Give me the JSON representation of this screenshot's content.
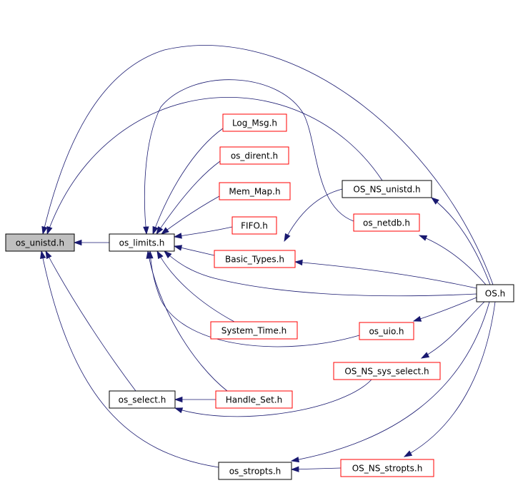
{
  "colors": {
    "edge": "#191970",
    "root_fill": "#bfbfbf",
    "root_border": "#000000",
    "documented_border": "#000000",
    "undocumented_border": "#ff0000",
    "node_fill": "#ffffff"
  },
  "nodes": {
    "os_unistd": {
      "label": "os_unistd.h",
      "kind": "root"
    },
    "os_limits": {
      "label": "os_limits.h",
      "kind": "documented"
    },
    "os_select": {
      "label": "os_select.h",
      "kind": "documented"
    },
    "os_stropts": {
      "label": "os_stropts.h",
      "kind": "documented"
    },
    "log_msg": {
      "label": "Log_Msg.h",
      "kind": "undocumented"
    },
    "os_dirent": {
      "label": "os_dirent.h",
      "kind": "undocumented"
    },
    "mem_map": {
      "label": "Mem_Map.h",
      "kind": "undocumented"
    },
    "fifo": {
      "label": "FIFO.h",
      "kind": "undocumented"
    },
    "basic_types": {
      "label": "Basic_Types.h",
      "kind": "undocumented"
    },
    "system_time": {
      "label": "System_Time.h",
      "kind": "undocumented"
    },
    "handle_set": {
      "label": "Handle_Set.h",
      "kind": "undocumented"
    },
    "os_ns_unistd": {
      "label": "OS_NS_unistd.h",
      "kind": "documented"
    },
    "os_netdb": {
      "label": "os_netdb.h",
      "kind": "undocumented"
    },
    "os_uio": {
      "label": "os_uio.h",
      "kind": "undocumented"
    },
    "os_ns_sys_select": {
      "label": "OS_NS_sys_select.h",
      "kind": "undocumented"
    },
    "os_ns_stropts": {
      "label": "OS_NS_stropts.h",
      "kind": "undocumented"
    },
    "os": {
      "label": "OS.h",
      "kind": "documented"
    }
  },
  "edges": [
    {
      "from": "os_limits",
      "to": "os_unistd"
    },
    {
      "from": "os_select",
      "to": "os_unistd"
    },
    {
      "from": "os_stropts",
      "to": "os_unistd"
    },
    {
      "from": "os_ns_unistd",
      "to": "os_unistd"
    },
    {
      "from": "os",
      "to": "os_unistd"
    },
    {
      "from": "log_msg",
      "to": "os_limits"
    },
    {
      "from": "os_dirent",
      "to": "os_limits"
    },
    {
      "from": "mem_map",
      "to": "os_limits"
    },
    {
      "from": "fifo",
      "to": "os_limits"
    },
    {
      "from": "basic_types",
      "to": "os_limits"
    },
    {
      "from": "system_time",
      "to": "os_limits"
    },
    {
      "from": "handle_set",
      "to": "os_limits"
    },
    {
      "from": "os_netdb",
      "to": "os_limits"
    },
    {
      "from": "os_uio",
      "to": "os_limits"
    },
    {
      "from": "os",
      "to": "os_limits"
    },
    {
      "from": "handle_set",
      "to": "os_select"
    },
    {
      "from": "os_ns_sys_select",
      "to": "os_select"
    },
    {
      "from": "os_ns_stropts",
      "to": "os_stropts"
    },
    {
      "from": "os",
      "to": "os_stropts"
    },
    {
      "from": "os_ns_unistd",
      "to": "basic_types"
    },
    {
      "from": "os",
      "to": "basic_types"
    },
    {
      "from": "os",
      "to": "os_ns_unistd"
    },
    {
      "from": "os",
      "to": "os_netdb"
    },
    {
      "from": "os",
      "to": "os_uio"
    },
    {
      "from": "os",
      "to": "os_ns_sys_select"
    },
    {
      "from": "os",
      "to": "os_ns_stropts"
    }
  ]
}
